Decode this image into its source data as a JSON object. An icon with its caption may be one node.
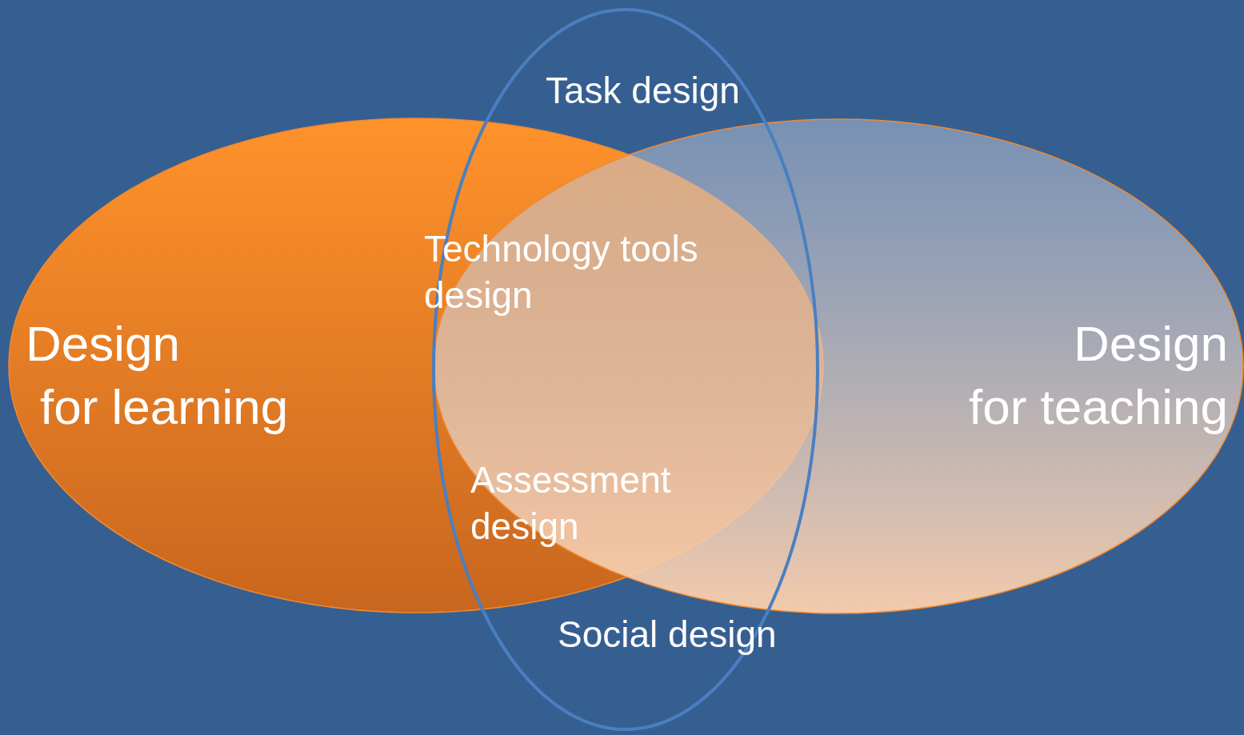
{
  "diagram": {
    "nodes": [
      {
        "text": [
          "Design for learning"
        ]
      },
      {
        "text": [
          "Task design",
          "Social design"
        ]
      },
      {
        "text": [
          "Design for teaching"
        ]
      }
    ],
    "edges": [],
    "labels": [
      "Technology tools design",
      "Assessment design"
    ]
  }
}
